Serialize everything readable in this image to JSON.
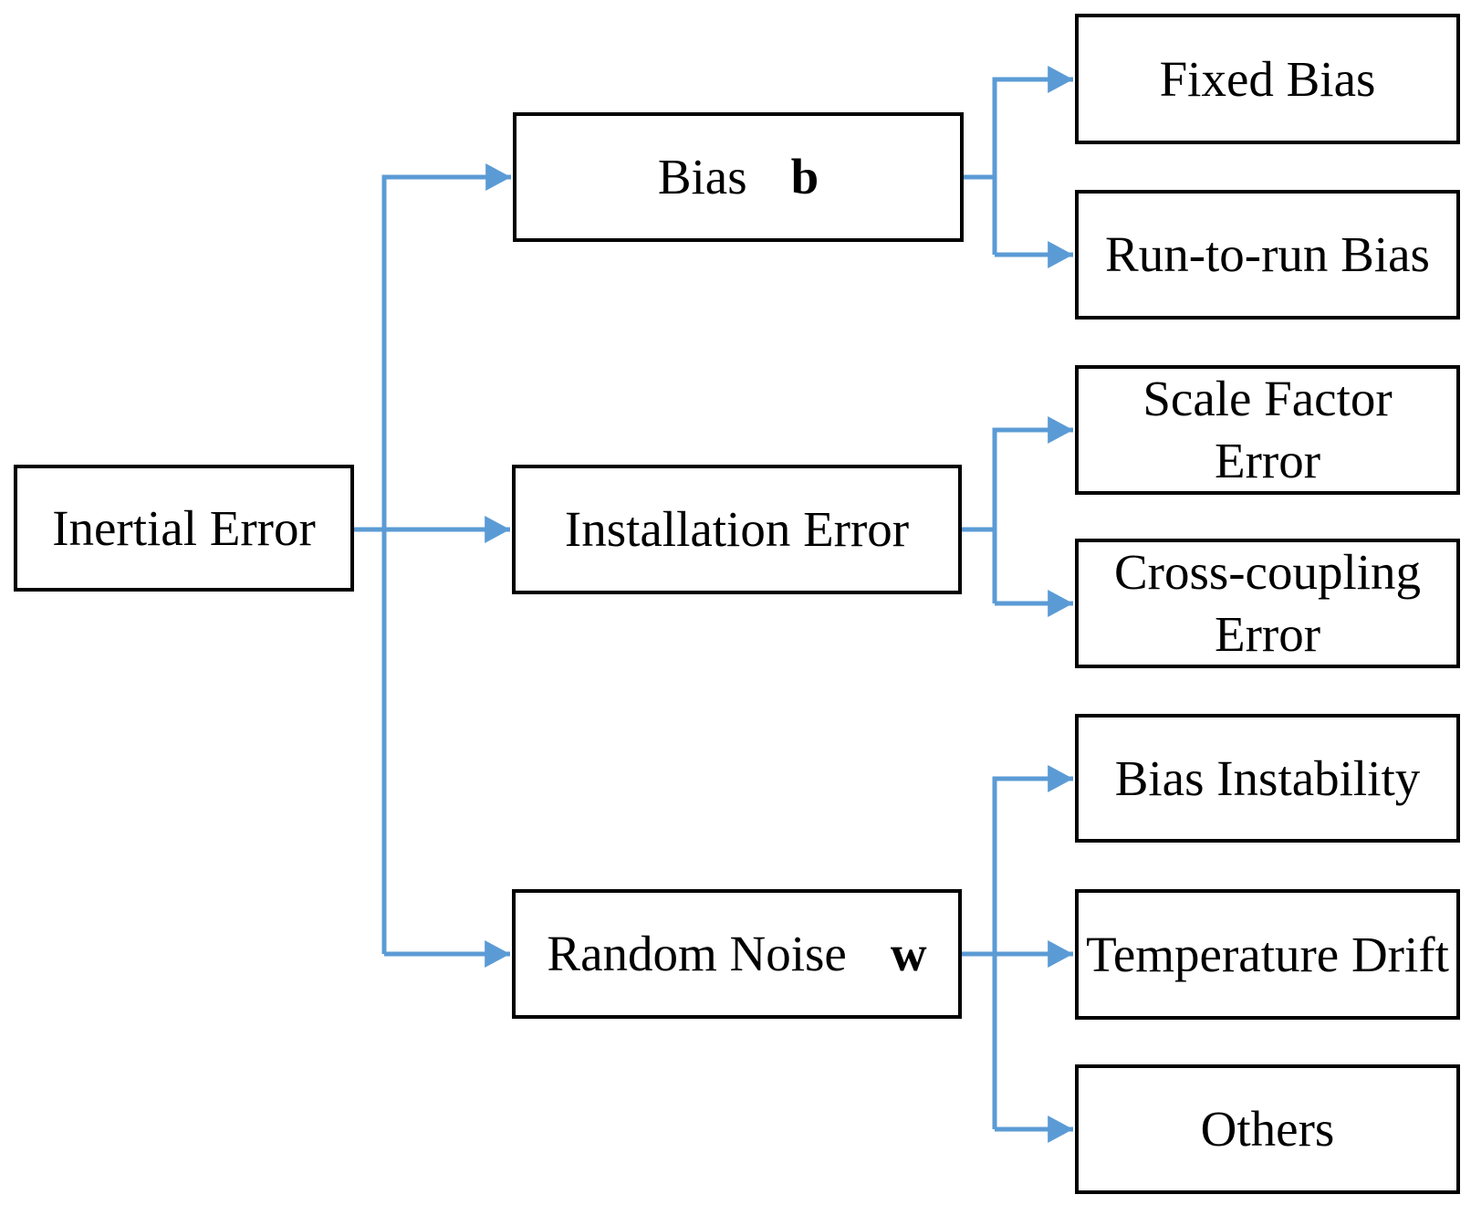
{
  "diagram": {
    "root": {
      "label": "Inertial Error"
    },
    "branches": [
      {
        "label": "Bias",
        "symbol": "b",
        "children": [
          {
            "label": "Fixed Bias"
          },
          {
            "label": "Run-to-run Bias"
          }
        ]
      },
      {
        "label": "Installation Error",
        "symbol": "",
        "children": [
          {
            "label": "Scale Factor Error"
          },
          {
            "label": "Cross-coupling Error"
          }
        ]
      },
      {
        "label": "Random Noise",
        "symbol": "w",
        "children": [
          {
            "label": "Bias Instability"
          },
          {
            "label": "Temperature Drift"
          },
          {
            "label": "Others"
          }
        ]
      }
    ],
    "colors": {
      "connector": "#5B9BD5",
      "box_border": "#000000",
      "box_fill": "#FFFFFF",
      "text": "#000000"
    }
  }
}
